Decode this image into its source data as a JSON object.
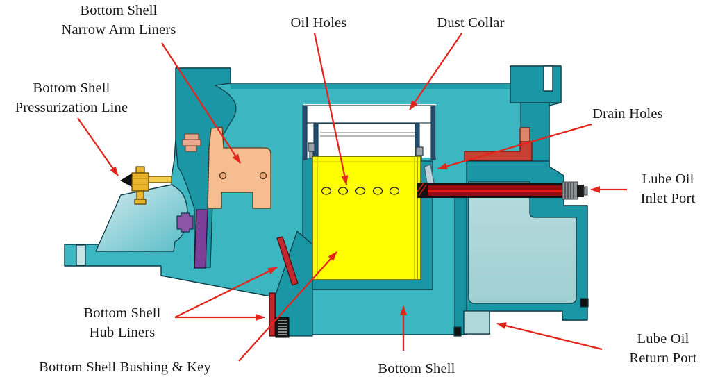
{
  "diagram": {
    "type": "technical-cross-section",
    "labels": [
      {
        "id": "narrow-arm-liners",
        "lines": [
          "Bottom Shell",
          "Narrow Arm Liners"
        ]
      },
      {
        "id": "oil-holes",
        "lines": [
          "Oil Holes"
        ]
      },
      {
        "id": "dust-collar",
        "lines": [
          "Dust Collar"
        ]
      },
      {
        "id": "pressurization-line",
        "lines": [
          "Bottom Shell",
          "Pressurization Line"
        ]
      },
      {
        "id": "drain-holes",
        "lines": [
          "Drain Holes"
        ]
      },
      {
        "id": "lube-oil-inlet-port",
        "lines": [
          "Lube Oil",
          "Inlet Port"
        ]
      },
      {
        "id": "hub-liners",
        "lines": [
          "Bottom Shell",
          "Hub Liners"
        ]
      },
      {
        "id": "bushing-key",
        "lines": [
          "Bottom Shell Bushing & Key"
        ]
      },
      {
        "id": "bottom-shell",
        "lines": [
          "Bottom Shell"
        ]
      },
      {
        "id": "lube-oil-return-port",
        "lines": [
          "Lube Oil",
          "Return Port"
        ]
      }
    ],
    "colors": {
      "body_teal": "#3CB6C1",
      "body_teal_dark": "#1B96A4",
      "chamber_light": "#ACD5D7",
      "bushing_yellow": "#FEFE00",
      "liner_orange": "#F5BD90",
      "key_purple": "#7C3F99",
      "collar_navy": "#1E4E73",
      "arrow_red": "#E2261C",
      "inlet_pipe_red": "#900D12",
      "drain_red": "#C94034",
      "hub_liner_red": "#C1272D",
      "valve_gold": "#E9B52E"
    }
  }
}
